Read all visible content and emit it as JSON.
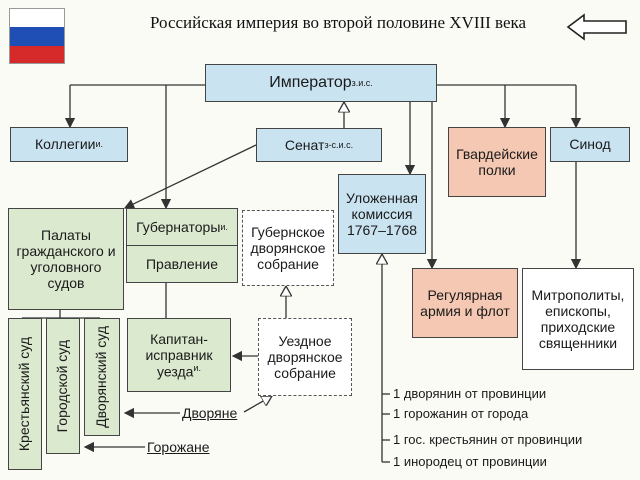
{
  "title": "Российская империя во второй половине XVIII века",
  "colors": {
    "blue": "#c9e3f1",
    "green": "#dbe9cf",
    "peach": "#f4c8b2",
    "flag_white": "#ffffff",
    "flag_blue": "#1f4fb5",
    "flag_red": "#d62a2a"
  },
  "icons": {
    "flag": "russia-flag-icon",
    "back": "back-arrow-icon"
  },
  "nodes": {
    "emperor": {
      "label": "Император",
      "sup": "з.и.с."
    },
    "collegia": {
      "label": "Коллегии",
      "sup": "и."
    },
    "senate": {
      "label": "Сенат",
      "sup": "з-с.и.с."
    },
    "guard": {
      "label": "Гвардейские полки"
    },
    "synod": {
      "label": "Синод"
    },
    "commission": {
      "label": "Уложенная комиссия 1767–1768"
    },
    "chambers": {
      "label": "Палаты гражданского и уголовного судов"
    },
    "governors": {
      "label": "Губернаторы",
      "sup": "и."
    },
    "board": {
      "label": "Правление"
    },
    "prov_assembly": {
      "label": "Губернское дворянское собрание"
    },
    "army": {
      "label": "Регулярная армия и флот"
    },
    "clergy": {
      "label": "Митрополиты, епископы, приходские священники"
    },
    "captain": {
      "label": "Капитан-исправник уезда",
      "sup": "и."
    },
    "district_assembly": {
      "label": "Уездное дворянское собрание"
    },
    "court_peasant": {
      "label": "Крестьянский суд"
    },
    "court_city": {
      "label": "Городской суд"
    },
    "court_noble": {
      "label": "Дворянский суд"
    }
  },
  "labels": {
    "nobles": "Дворяне",
    "townspeople": "Горожане"
  },
  "commission_members": [
    "1 дворянин от провинции",
    "1 горожанин от города",
    "1 гос. крестьянин от провинции",
    "1 инородец от провинции"
  ]
}
